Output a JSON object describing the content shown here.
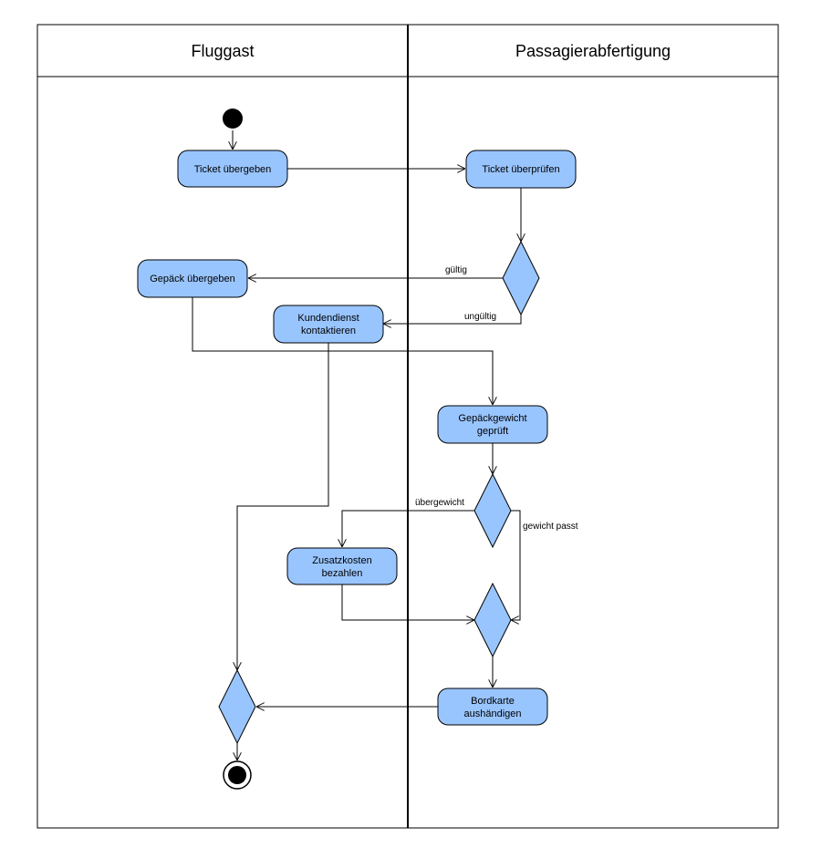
{
  "lanes": [
    {
      "title": "Fluggast"
    },
    {
      "title": "Passagierabfertigung"
    }
  ],
  "activities": {
    "ticket_uebergeben": "Ticket übergeben",
    "ticket_ueberpruefen": "Ticket überprüfen",
    "gepaeck_uebergeben": "Gepäck übergeben",
    "kundendienst_1": "Kundendienst",
    "kundendienst_2": "kontaktieren",
    "gewicht_1": "Gepäckgewicht",
    "gewicht_2": "geprüft",
    "zusatz_1": "Zusatzkosten",
    "zusatz_2": "bezahlen",
    "bordkarte_1": "Bordkarte",
    "bordkarte_2": "aushändigen"
  },
  "guards": {
    "gueltig": "gültig",
    "ungueltig": "ungültig",
    "uebergewicht": "übergewicht",
    "gewicht_passt": "gewicht passt"
  },
  "colors": {
    "node_fill": "#99c5ff",
    "stroke": "#000000"
  }
}
